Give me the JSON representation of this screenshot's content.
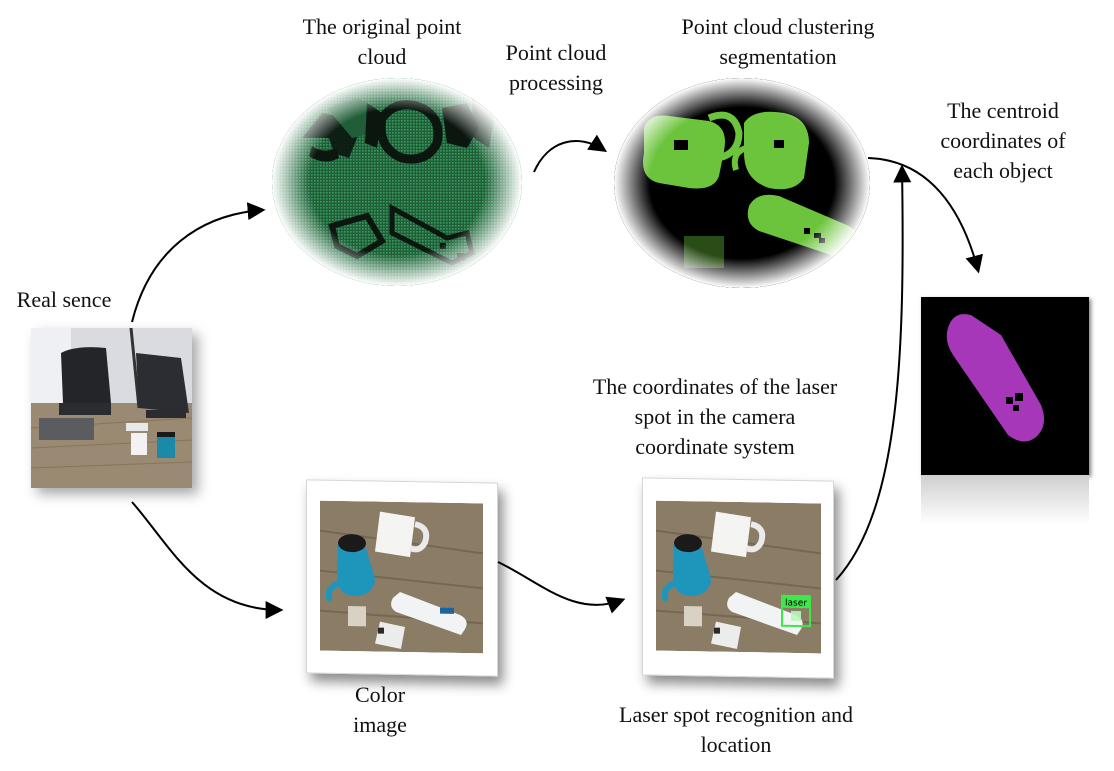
{
  "labels": {
    "original_cloud": [
      "The original point",
      "cloud"
    ],
    "processing": [
      "Point cloud",
      "processing"
    ],
    "clustering": [
      "Point cloud clustering",
      "segmentation"
    ],
    "centroid": [
      "The centroid",
      "coordinates of",
      "each object"
    ],
    "real_scene": [
      "Real sence"
    ],
    "laser_coords": [
      "The coordinates of the laser",
      "spot in the camera",
      "coordinate system"
    ],
    "color_image": [
      "Color",
      "image"
    ],
    "laser_recognition": [
      "Laser spot recognition and",
      "location"
    ]
  },
  "detection_box_label": "laser",
  "colors": {
    "point_cloud_green": "#2e8a50",
    "cluster_green": "#6cc43c",
    "target_purple": "#a637b8",
    "laser_box": "#3ee84a",
    "table_wood": "#9a8a73"
  }
}
